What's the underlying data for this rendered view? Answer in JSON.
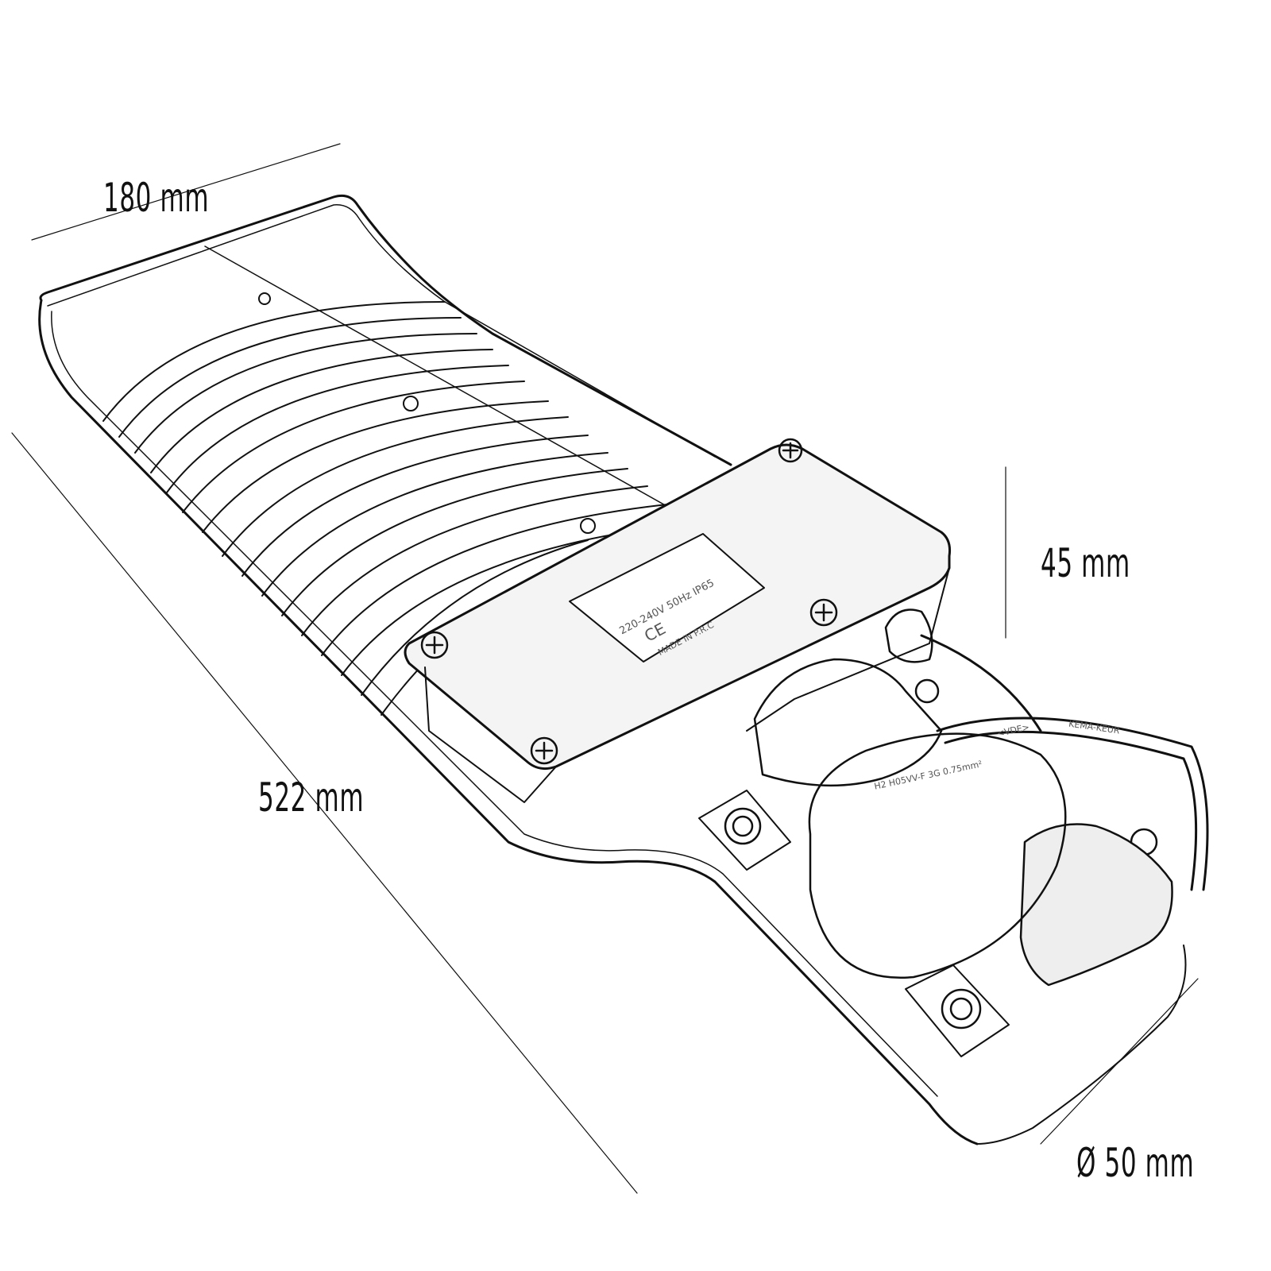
{
  "dimensions": {
    "width": "180 mm",
    "length": "522 mm",
    "height": "45 mm",
    "pole_diameter": "Ø 50 mm"
  },
  "rating_label": {
    "voltage": "220-240V 50Hz IP65",
    "ce_mark": "CE",
    "origin": "MADE IN P.R.C"
  },
  "cable_print": {
    "type": "H2 H05VV-F 3G 0.75mm²",
    "vde": "<VDE>",
    "kema": "KEMA-KEUR"
  }
}
